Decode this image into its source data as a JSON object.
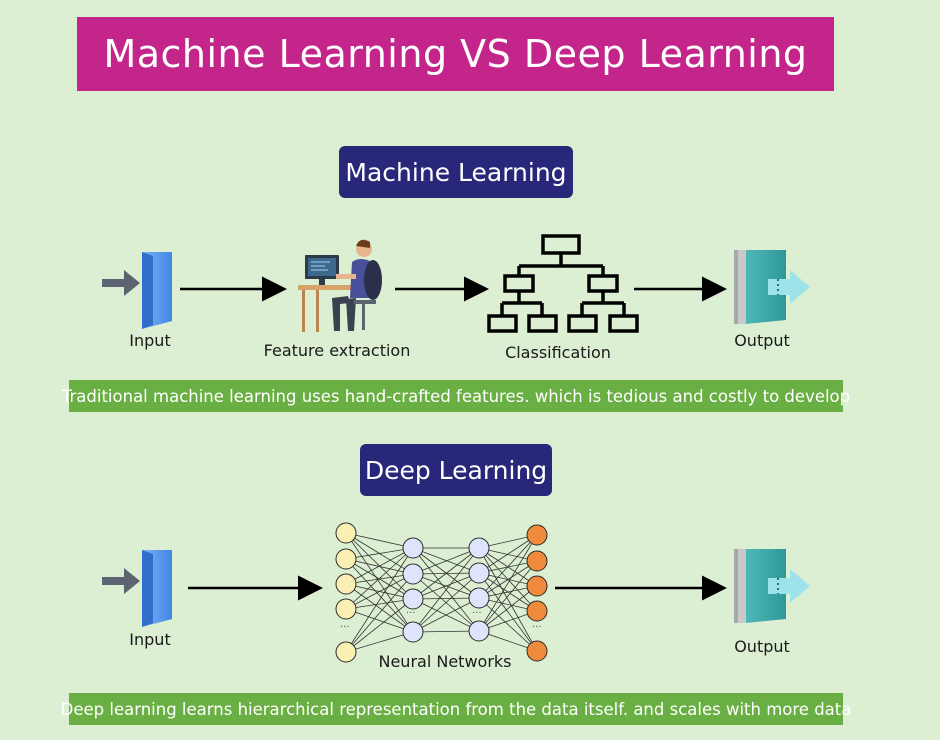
{
  "title": "Machine Learning  VS  Deep Learning",
  "machine_learning": {
    "heading": "Machine Learning",
    "steps": {
      "input": "Input",
      "feature_extraction": "Feature extraction",
      "classification": "Classification",
      "output": "Output"
    },
    "note": "Traditional machine learning uses hand-crafted features. which is tedious and costly to develop"
  },
  "deep_learning": {
    "heading": "Deep Learning",
    "steps": {
      "input": "Input",
      "neural_networks": "Neural Networks",
      "output": "Output"
    },
    "note": "Deep learning learns hierarchical representation from the data itself. and scales with more data"
  },
  "colors": {
    "title_banner": "#c4258a",
    "section_heading": "#28277a",
    "note_bar": "#6aaf43",
    "background": "#dcefd2",
    "input_node": "#fbf0b4",
    "hidden_node": "#dde4fb",
    "output_node": "#f08a3c"
  }
}
